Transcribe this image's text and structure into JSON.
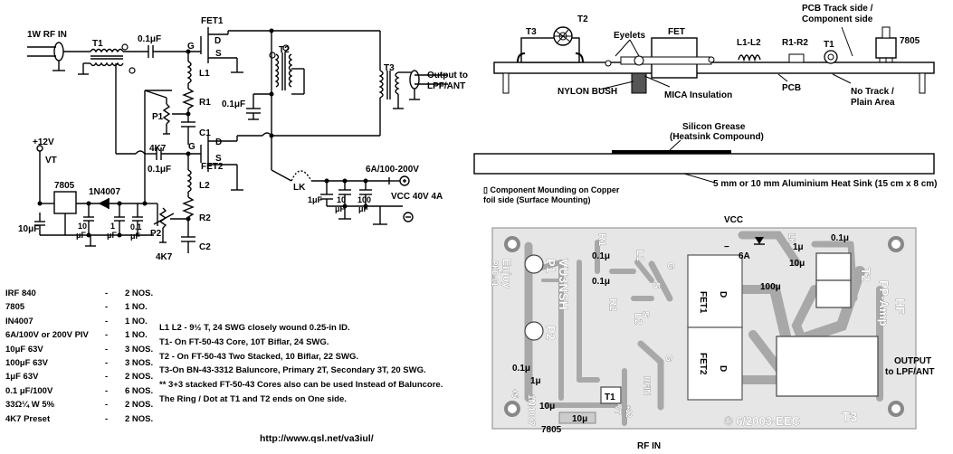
{
  "schematic": {
    "rf_in": "1W RF IN",
    "t1": "T1",
    "c_in": "0.1μF",
    "fet1": "FET1",
    "fet2": "FET2",
    "g": "G",
    "d": "D",
    "s": "S",
    "l1": "L1",
    "l2": "L2",
    "r1": "R1",
    "r2": "R2",
    "c1": "C1",
    "c2": "C2",
    "p1": "P1",
    "p2": "P2",
    "r4k7a": "4K7",
    "r4k7b": "4K7",
    "c01a": "0.1μF",
    "c01b": "0.1μF",
    "c01c": "0.1μF",
    "t2": "T2",
    "t3": "T3",
    "output": "Output to",
    "output2": "LPF/ANT",
    "v12": "+12V",
    "vt": "VT",
    "reg": "7805",
    "diode": "1N4007",
    "c10": "10μF",
    "c10b": "10",
    "c10bu": "μF",
    "c1u": "1",
    "c1uu": "μF",
    "c01d": "0.1",
    "c01du": "μF",
    "lk": "LK",
    "fuse": "6A/100-200V",
    "c1uf": "1μF",
    "c10c": "10",
    "c10cu": "μF",
    "c100": "100",
    "c100u": "μF",
    "vcc": "VCC 40V 4A"
  },
  "mechanical": {
    "t3": "T3",
    "t2": "T2",
    "eyelets": "Eyelets",
    "fet": "FET",
    "l1l2": "L1-L2",
    "r1r2": "R1-R2",
    "t1": "T1",
    "pcb_track": "PCB Track side /",
    "component": "Component side",
    "reg": "7805",
    "nylon": "NYLON BUSH",
    "mica": "MICA Insulation",
    "pcb": "PCB",
    "notrack": "No Track /",
    "plain": "Plain Area",
    "grease": "Silicon Grease",
    "heatsink_compound": "(Heatsink Compound)",
    "heatsink": "5 mm or 10 mm Aluminium Heat Sink (15 cm x 8 cm)",
    "mounting1": "▯  Component Mounding on Copper",
    "mounting2": "foil side (Surface Mounting)"
  },
  "pcb": {
    "vcc": "VCC",
    "minus": "−",
    "fuse": "6A",
    "lk": "LK",
    "c01a": "0.1μ",
    "c1a": "1μ",
    "c10a": "10μ",
    "c100": "100μ",
    "c01b": "0.1μ",
    "c01c": "0.1μ",
    "c01d": "0.1μ",
    "c1b": "1μ",
    "c10b": "10μ",
    "c10c": "10μ",
    "r1": "R1",
    "r2": "R2",
    "l1": "L1",
    "l2": "L2",
    "p1": "P1",
    "p2": "P2",
    "g1": "G",
    "g2": "G",
    "s1": "S",
    "s2": "S",
    "d1": "D",
    "d2": "D",
    "fet1": "FET1",
    "fet2": "FET2",
    "t1": "T1",
    "t2": "T2",
    "t3": "T3",
    "callsign": "VU3NSH",
    "enjoy": "Enjoy",
    "pkd": "PKD-01",
    "hf": "HF",
    "ppamp": "PP-Amp",
    "output": "OUTPUT",
    "output2": "to LPF/ANT",
    "rfin_v": "RFIN",
    "vt": "VT",
    "plus12": "+12",
    "plus5": "+5",
    "diode": "1N4007",
    "reg": "7805",
    "copyright": "© 6/2003-EEC",
    "rfin": "RF IN"
  },
  "parts": [
    {
      "name": "IRF 840",
      "dash": "-",
      "qty": "2 NOS."
    },
    {
      "name": "7805",
      "dash": "-",
      "qty": "1 NO."
    },
    {
      "name": "IN4007",
      "dash": "-",
      "qty": "1 NO."
    },
    {
      "name": "6A/100V or 200V PIV",
      "dash": "-",
      "qty": "1 NO."
    },
    {
      "name": "10μF 63V",
      "dash": "-",
      "qty": "3 NOS."
    },
    {
      "name": "100μF 63V",
      "dash": "-",
      "qty": "3 NOS."
    },
    {
      "name": "1μF 63V",
      "dash": "-",
      "qty": "2 NOS."
    },
    {
      "name": "0.1 μF/100V",
      "dash": "-",
      "qty": "6 NOS."
    },
    {
      "name": "33Ω¼ W 5%",
      "dash": "-",
      "qty": "2 NOS."
    },
    {
      "name": "4K7 Preset",
      "dash": "-",
      "qty": "2 NOS."
    }
  ],
  "notes": [
    "L1 L2 - 9½ T, 24 SWG  closely wound 0.25-in ID.",
    "T1- On FT-50-43 Core, 10T Biflar, 24 SWG.",
    "T2 - On FT-50-43 Two Stacked, 10 Biflar, 22 SWG.",
    "T3-On BN-43-3312 Baluncore, Primary 2T, Secondary 3T, 20 SWG.",
    "** 3+3 stacked FT-50-43 Cores also can be used Instead of Baluncore.",
    "The Ring / Dot at T1 and T2 ends on One side."
  ],
  "url": "http://www.qsl.net/va3iul/"
}
